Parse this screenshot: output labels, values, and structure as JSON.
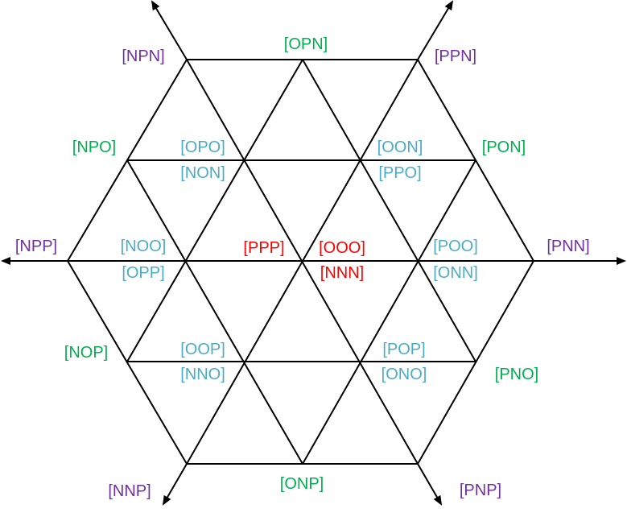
{
  "colors": {
    "line": "#000000",
    "purple": "#7030a0",
    "green": "#00b050",
    "blue": "#4bacc6",
    "red": "#ff0000"
  },
  "labels": {
    "npn": "[NPN]",
    "opn": "[OPN]",
    "ppn": "[PPN]",
    "npo": "[NPO]",
    "opo": "[OPO]",
    "non": "[NON]",
    "oon": "[OON]",
    "ppo": "[PPO]",
    "pon": "[PON]",
    "npp": "[NPP]",
    "noo": "[NOO]",
    "opp": "[OPP]",
    "ppp": "[PPP]",
    "ooo": "[OOO]",
    "nnn": "[NNN]",
    "poo": "[POO]",
    "onn": "[ONN]",
    "pnn": "[PNN]",
    "nop": "[NOP]",
    "oop": "[OOP]",
    "nno": "[NNO]",
    "pop": "[POP]",
    "ono": "[ONO]",
    "pno": "[PNO]",
    "nnp": "[NNP]",
    "onp": "[ONP]",
    "pnp": "[PNP]"
  }
}
